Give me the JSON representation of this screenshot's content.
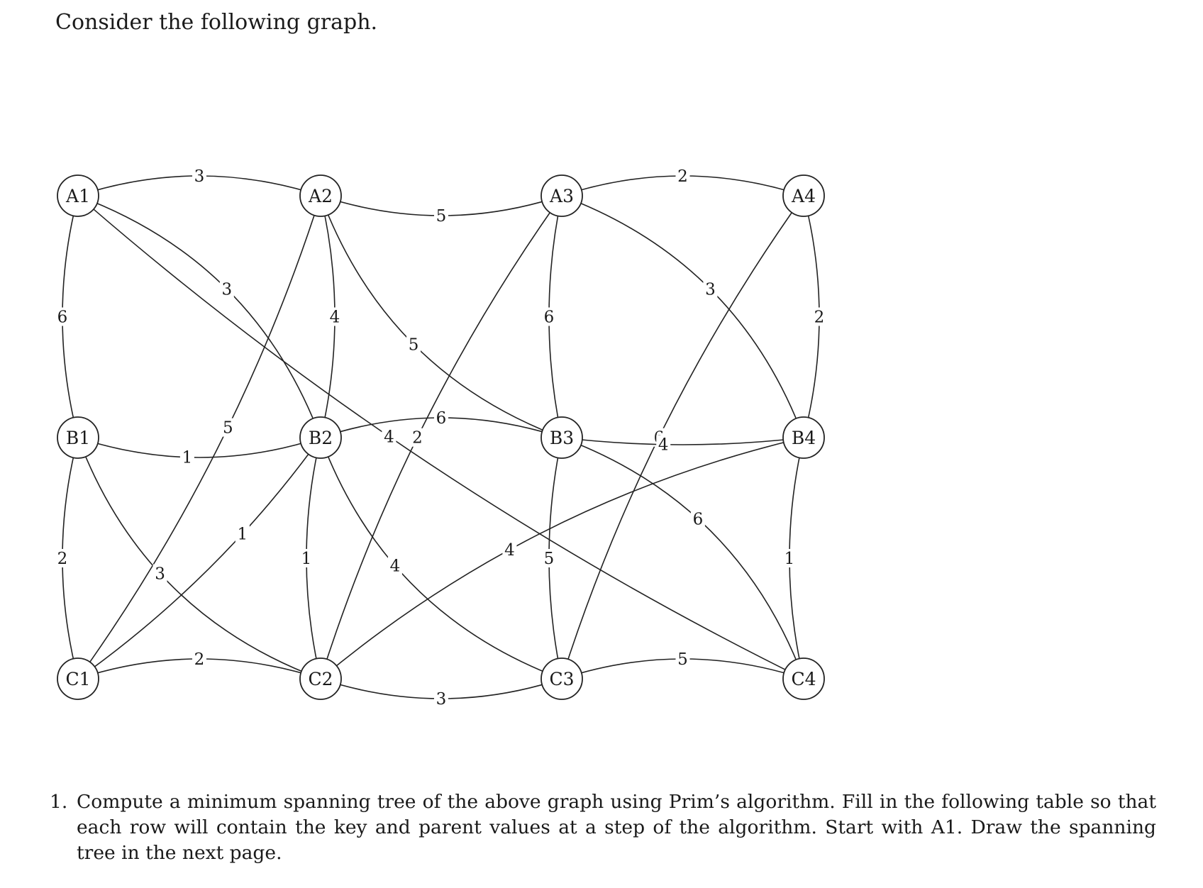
{
  "intro_text": "Consider the following graph.",
  "graph": {
    "nodes": [
      "A1",
      "A2",
      "A3",
      "A4",
      "B1",
      "B2",
      "B3",
      "B4",
      "C1",
      "C2",
      "C3",
      "C4"
    ],
    "edges": [
      {
        "from": "A1",
        "to": "A2",
        "weight": "3"
      },
      {
        "from": "A2",
        "to": "A3",
        "weight": "5"
      },
      {
        "from": "A3",
        "to": "A4",
        "weight": "2"
      },
      {
        "from": "A1",
        "to": "B1",
        "weight": "6"
      },
      {
        "from": "A2",
        "to": "B2",
        "weight": "4"
      },
      {
        "from": "A3",
        "to": "B3",
        "weight": "6"
      },
      {
        "from": "A4",
        "to": "B4",
        "weight": "2"
      },
      {
        "from": "A1",
        "to": "B2",
        "weight": "3"
      },
      {
        "from": "A2",
        "to": "B3",
        "weight": "5"
      },
      {
        "from": "A3",
        "to": "B4",
        "weight": "3"
      },
      {
        "from": "A1",
        "to": "C4",
        "weight": "4"
      },
      {
        "from": "A2",
        "to": "C1",
        "weight": "5"
      },
      {
        "from": "A3",
        "to": "C2",
        "weight": "2"
      },
      {
        "from": "A4",
        "to": "C3",
        "weight": "6"
      },
      {
        "from": "B1",
        "to": "B2",
        "weight": "1"
      },
      {
        "from": "B2",
        "to": "B3",
        "weight": "6"
      },
      {
        "from": "B3",
        "to": "B4",
        "weight": "4"
      },
      {
        "from": "B1",
        "to": "C1",
        "weight": "2"
      },
      {
        "from": "B2",
        "to": "C2",
        "weight": "1"
      },
      {
        "from": "B3",
        "to": "C3",
        "weight": "5"
      },
      {
        "from": "B4",
        "to": "C4",
        "weight": "1"
      },
      {
        "from": "B1",
        "to": "C2",
        "weight": "3"
      },
      {
        "from": "B2",
        "to": "C3",
        "weight": "4"
      },
      {
        "from": "B3",
        "to": "C4",
        "weight": "6"
      },
      {
        "from": "B2",
        "to": "C1",
        "weight": "1"
      },
      {
        "from": "B4",
        "to": "C2",
        "weight": "4"
      },
      {
        "from": "C1",
        "to": "C2",
        "weight": "2"
      },
      {
        "from": "C2",
        "to": "C3",
        "weight": "3"
      },
      {
        "from": "C3",
        "to": "C4",
        "weight": "5"
      }
    ]
  },
  "question": {
    "number": "1.",
    "text": "Compute a minimum spanning tree of the above graph using Prim’s algorithm. Fill in the following table so that each row will contain the key and parent values at a step of the algorithm. Start with A1. Draw the spanning tree in the next page."
  }
}
